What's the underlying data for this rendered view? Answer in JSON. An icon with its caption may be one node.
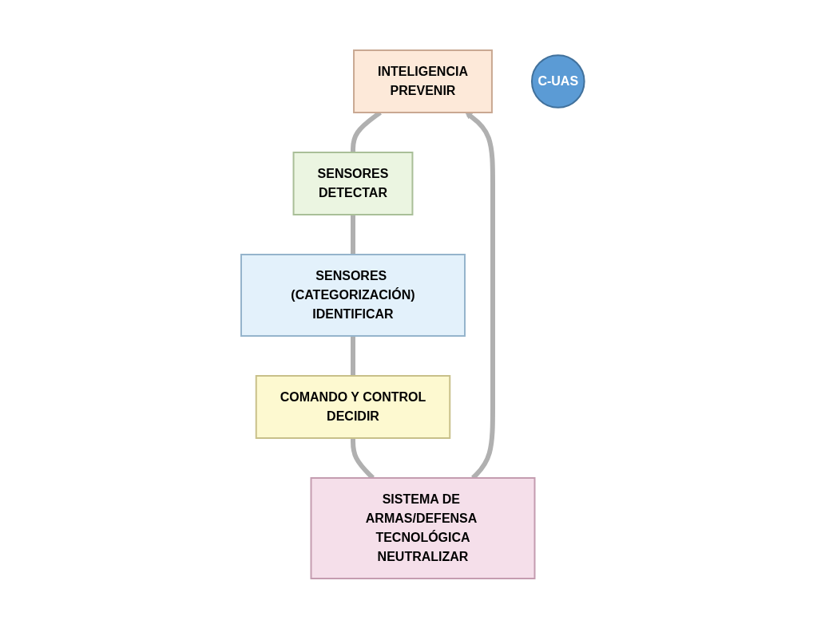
{
  "diagram": {
    "nodes": [
      {
        "text": [
          "INTELIGENCIA",
          "PREVENIR"
        ]
      },
      {
        "text": [
          "SENSORES",
          "DETECTAR"
        ]
      },
      {
        "text": [
          "SENSORES (CATEGORIZACIÓN)",
          "IDENTIFICAR"
        ]
      },
      {
        "text": [
          "COMANDO Y CONTROL",
          "DECIDIR"
        ]
      },
      {
        "text": [
          "SISTEMA DE ARMAS/DEFENSA TECNOLÓGICA",
          "NEUTRALIZAR"
        ]
      },
      {
        "text": [
          "C-UAS"
        ]
      }
    ],
    "edges": [
      {
        "from": 0,
        "to": 1,
        "arrow": "none"
      },
      {
        "from": 1,
        "to": 2,
        "arrow": "none"
      },
      {
        "from": 2,
        "to": 3,
        "arrow": "none"
      },
      {
        "from": 3,
        "to": 4,
        "arrow": "none"
      },
      {
        "from": 4,
        "to": 0,
        "arrow": "to"
      }
    ]
  }
}
